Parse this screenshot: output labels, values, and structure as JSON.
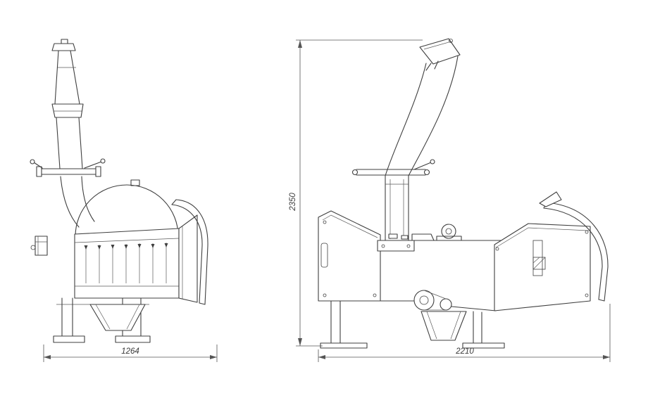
{
  "page": {
    "background_color": "#ffffff",
    "line_color": "#3f3f3f",
    "dimension_color": "#555555"
  },
  "drawing": {
    "type": "technical-drawing",
    "subject": "wood chipper, two orthographic views with overall dimensions",
    "views": {
      "front": {
        "name": "front view",
        "dimension_width": "1264"
      },
      "side": {
        "name": "side view",
        "dimension_height": "2350",
        "dimension_length": "2210"
      }
    }
  }
}
